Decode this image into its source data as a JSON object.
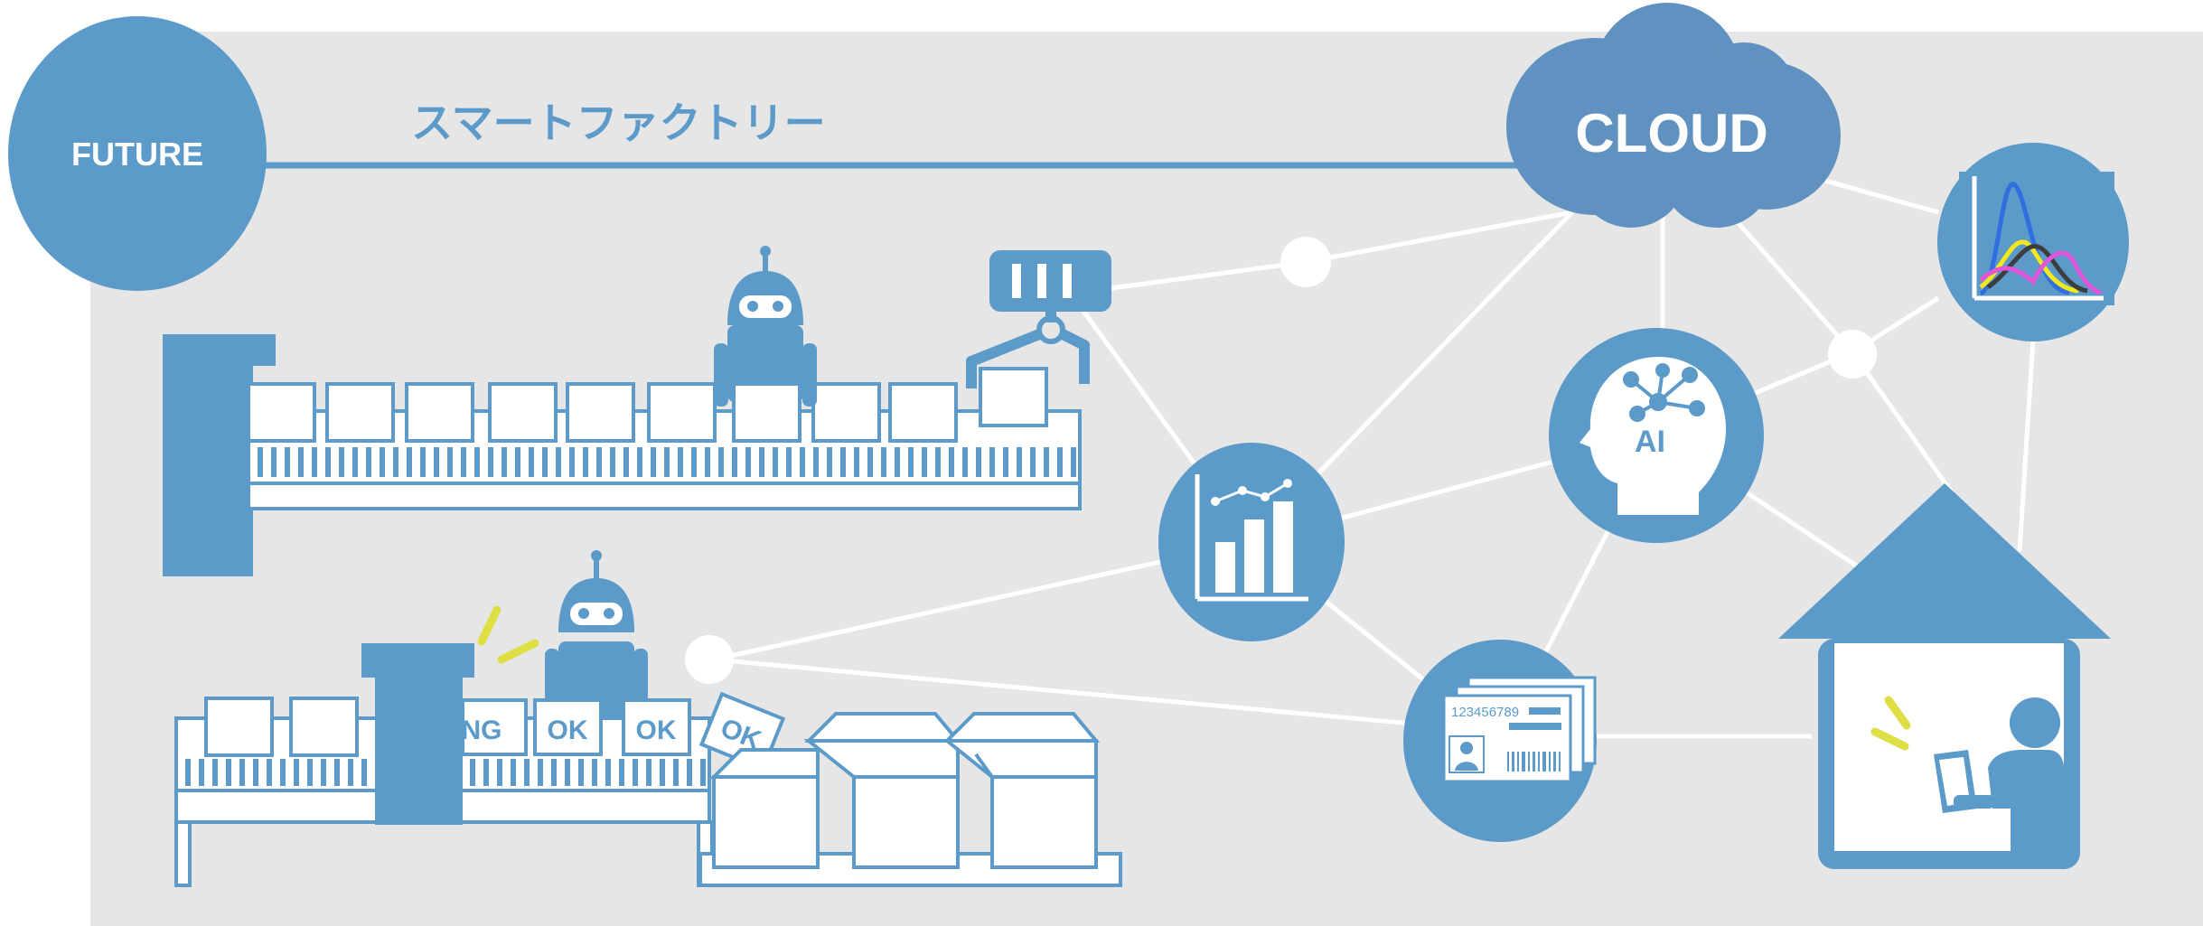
{
  "labels": {
    "future": "FUTURE",
    "smart_factory": "スマートファクトリー",
    "cloud": "CLOUD",
    "ai": "AI",
    "ng": "NG",
    "ok": "OK",
    "id_number": "123456789"
  },
  "colors": {
    "background_panel": "#e6e6e6",
    "primary_blue": "#5b9ac9",
    "cloud_blue": "#6092c1",
    "white": "#ffffff",
    "accent_yellow": "#dede45",
    "chart_line_blue": "#2f6fe0",
    "chart_line_yellow": "#f3e81c",
    "chart_line_magenta": "#e055d9",
    "chart_line_black": "#3d3d3d"
  },
  "icons": [
    "robot-icon",
    "gripper-icon",
    "bar-chart-icon",
    "ai-head-icon",
    "id-card-icon",
    "distribution-chart-icon",
    "cloud-icon",
    "house-icon",
    "person-icon"
  ]
}
